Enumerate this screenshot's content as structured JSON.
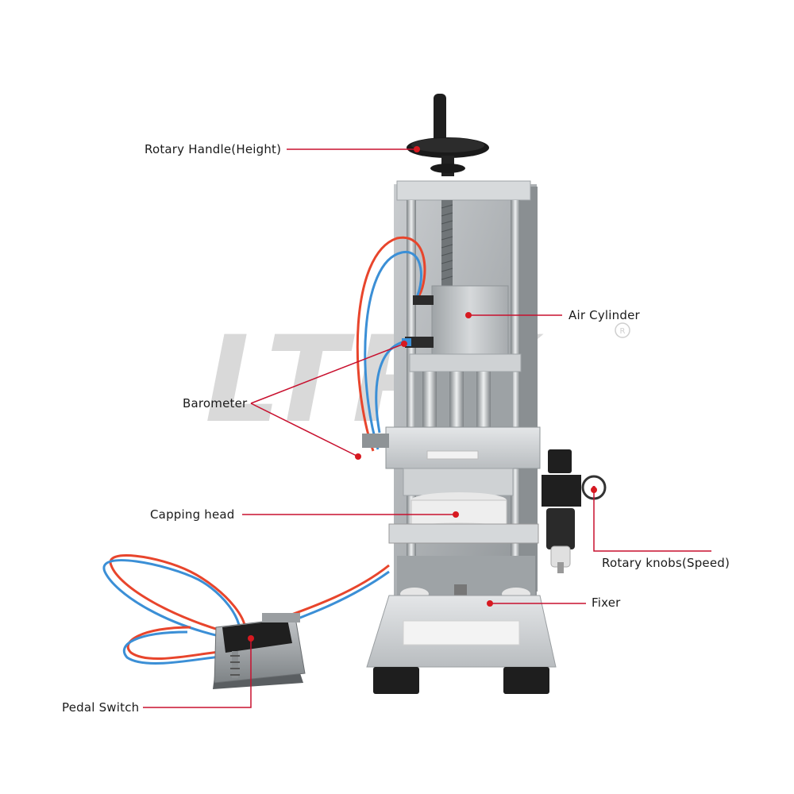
{
  "watermark": {
    "text": "LTPK",
    "registered_mark": "R"
  },
  "labels": {
    "rotary_handle": "Rotary Handle(Height)",
    "air_cylinder": "Air Cylinder",
    "barometer": "Barometer",
    "capping_head": "Capping head",
    "rotary_knobs": "Rotary knobs(Speed)",
    "fixer": "Fixer",
    "pedal_switch": "Pedal Switch"
  },
  "colors": {
    "callout_line": "#c8102e",
    "callout_dot": "#d71920",
    "label_text": "#1b1b1b",
    "watermark": "#d9d9d9",
    "tube_red": "#e8452c",
    "tube_blue": "#3b8fd6"
  }
}
